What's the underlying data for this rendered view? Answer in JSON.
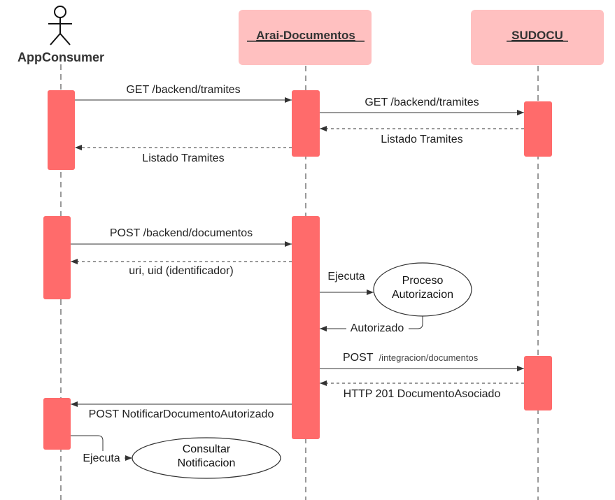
{
  "participants": {
    "actor": "AppConsumer",
    "arai": "Arai-Documentos",
    "sudocu": "SUDOCU"
  },
  "messages": {
    "m1": "GET /backend/tramites",
    "m2": "GET /backend/tramites",
    "m3": "Listado Tramites",
    "m4": "Listado Tramites",
    "m5": "POST /backend/documentos",
    "m6": "uri, uid (identificador)",
    "m7": "Ejecuta",
    "m8": "Autorizado",
    "m9_main": "POST",
    "m9_path": "/integracion/documentos",
    "m10": "HTTP 201 DocumentoAsociado",
    "m11": "POST NotificarDocumentoAutorizado",
    "m12": "Ejecuta"
  },
  "processes": {
    "p1_line1": "Proceso",
    "p1_line2": "Autorizacion",
    "p2_line1": "Consultar",
    "p2_line2": "Notificacion"
  },
  "colors": {
    "activation": "#ff6b6b",
    "participant_box": "#ffc0c0",
    "line": "#333333"
  }
}
